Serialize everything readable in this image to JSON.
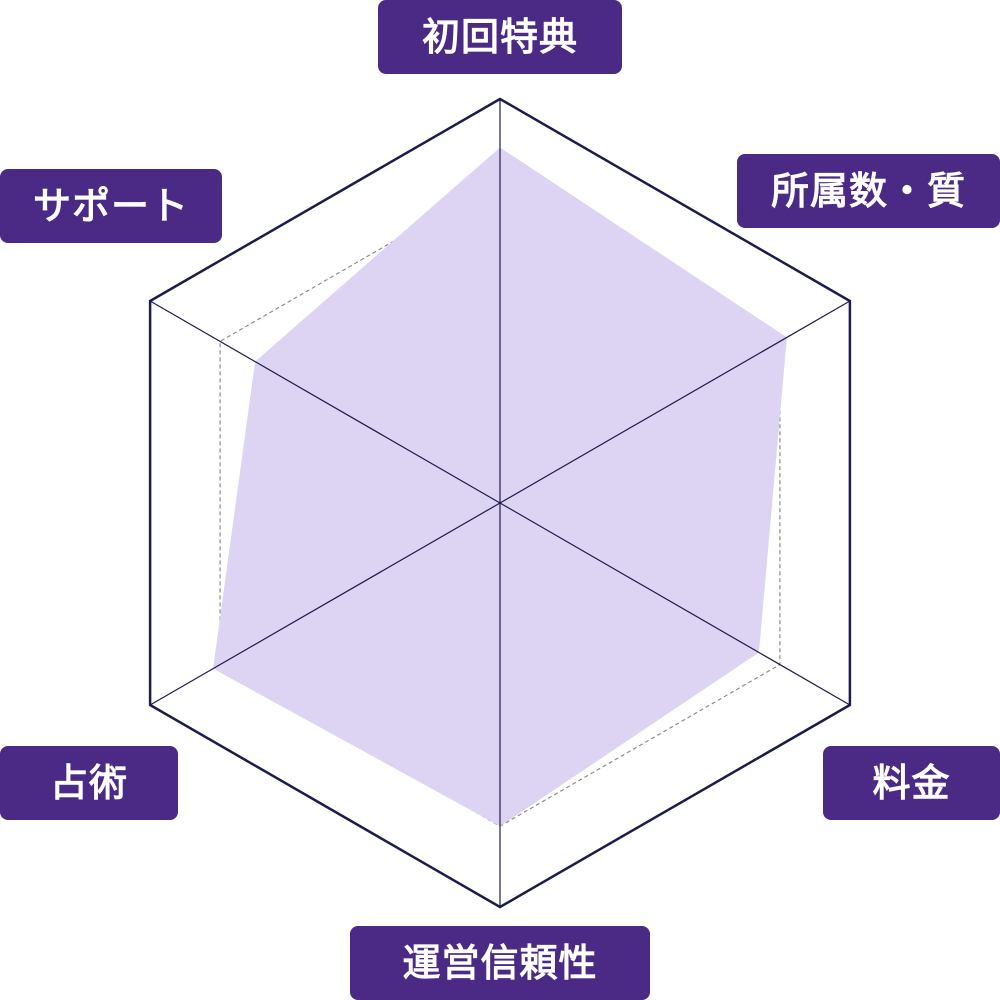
{
  "colors": {
    "label_bg": "#4a2a85",
    "label_text": "#ffffff",
    "frame": "#1c1c4a",
    "grid": "#8a8a8a",
    "fill": "#ddd3f3"
  },
  "chart_data": {
    "type": "radar",
    "categories": [
      "初回特典",
      "所属数・質",
      "料金",
      "運営信頼性",
      "占術",
      "サポート"
    ],
    "values": [
      4.4,
      4.1,
      3.7,
      4.0,
      4.1,
      3.5
    ],
    "rmax": 5,
    "grid_levels": [
      1,
      2,
      3,
      4
    ],
    "grid_style": "dashed",
    "outer_frame_value": 5
  }
}
